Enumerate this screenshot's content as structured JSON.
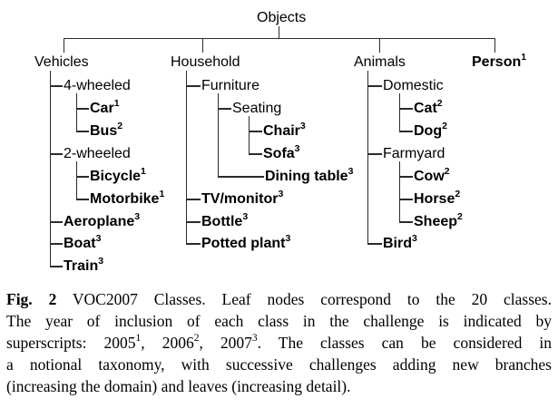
{
  "figure": {
    "nodes": {
      "objects": {
        "label": "Objects"
      },
      "vehicles": {
        "label": "Vehicles"
      },
      "four_wheeled": {
        "label": "4-wheeled"
      },
      "car": {
        "label": "Car",
        "sup": "1"
      },
      "bus": {
        "label": "Bus",
        "sup": "2"
      },
      "two_wheeled": {
        "label": "2-wheeled"
      },
      "bicycle": {
        "label": "Bicycle",
        "sup": "1"
      },
      "motorbike": {
        "label": "Motorbike",
        "sup": "1"
      },
      "aeroplane": {
        "label": "Aeroplane",
        "sup": "3"
      },
      "boat": {
        "label": "Boat",
        "sup": "3"
      },
      "train": {
        "label": "Train",
        "sup": "3"
      },
      "household": {
        "label": "Household"
      },
      "furniture": {
        "label": "Furniture"
      },
      "seating": {
        "label": "Seating"
      },
      "chair": {
        "label": "Chair",
        "sup": "3"
      },
      "sofa": {
        "label": "Sofa",
        "sup": "3"
      },
      "dining_table": {
        "label": "Dining table",
        "sup": "3"
      },
      "tv_monitor": {
        "label": "TV/monitor",
        "sup": "3"
      },
      "bottle": {
        "label": "Bottle",
        "sup": "3"
      },
      "potted_plant": {
        "label": "Potted plant",
        "sup": "3"
      },
      "animals": {
        "label": "Animals"
      },
      "domestic": {
        "label": "Domestic"
      },
      "cat": {
        "label": "Cat",
        "sup": "2"
      },
      "dog": {
        "label": "Dog",
        "sup": "2"
      },
      "farmyard": {
        "label": "Farmyard"
      },
      "cow": {
        "label": "Cow",
        "sup": "2"
      },
      "horse": {
        "label": "Horse",
        "sup": "2"
      },
      "sheep": {
        "label": "Sheep",
        "sup": "2"
      },
      "bird": {
        "label": "Bird",
        "sup": "3"
      },
      "person": {
        "label": "Person",
        "sup": "1"
      }
    },
    "hierarchy": {
      "Objects": {
        "Vehicles": {
          "4-wheeled": [
            "Car",
            "Bus"
          ],
          "2-wheeled": [
            "Bicycle",
            "Motorbike"
          ],
          "leaves": [
            "Aeroplane",
            "Boat",
            "Train"
          ]
        },
        "Household": {
          "Furniture": {
            "Seating": [
              "Chair",
              "Sofa"
            ],
            "leaves": [
              "Dining table"
            ]
          },
          "leaves": [
            "TV/monitor",
            "Bottle",
            "Potted plant"
          ]
        },
        "Animals": {
          "Domestic": [
            "Cat",
            "Dog"
          ],
          "Farmyard": [
            "Cow",
            "Horse",
            "Sheep"
          ],
          "leaves": [
            "Bird"
          ]
        },
        "leaves": [
          "Person"
        ]
      }
    },
    "colors": {
      "line": "#2b2b2b",
      "text": "#000000",
      "background": "#ffffff"
    }
  },
  "caption": {
    "line1": {
      "fig": "Fig. 2",
      "text": " VOC2007 Classes. Leaf nodes correspond to the 20 classes."
    },
    "line2": "The year of inclusion of each class in the challenge is indicated by",
    "line3": {
      "t1": "superscripts: 2005",
      "s1": "1",
      "t2": ", 2006",
      "s2": "2",
      "t3": ", 2007",
      "s3": "3",
      "t4": ". The classes can be considered in"
    },
    "line4": "a notional taxonomy, with successive challenges adding new branches",
    "line5": "(increasing the domain) and leaves (increasing detail)."
  }
}
